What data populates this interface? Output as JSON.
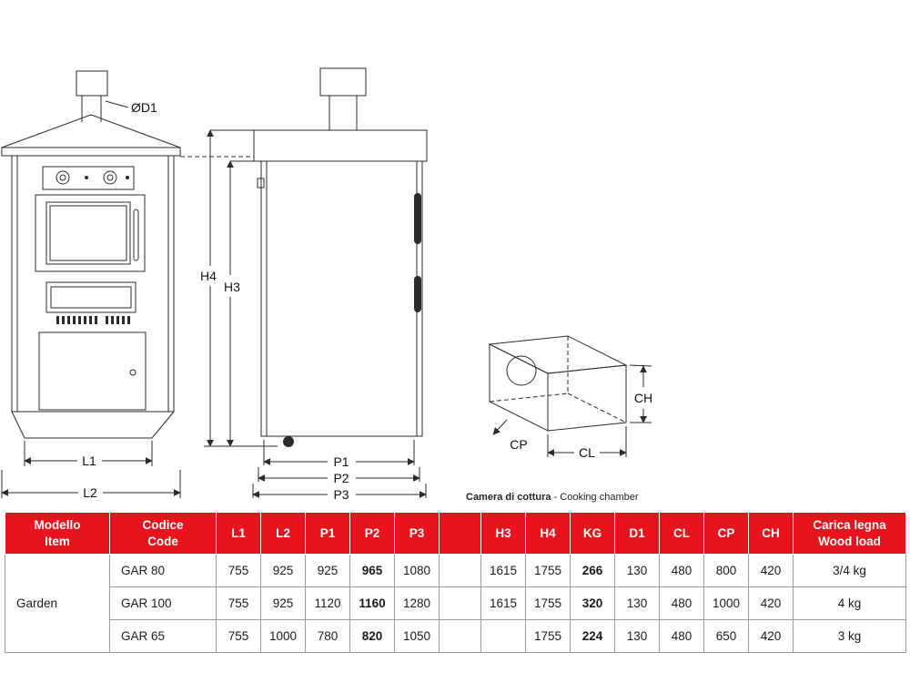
{
  "drawing": {
    "front_view": {
      "d1_label": "ØD1",
      "l1_label": "L1",
      "l2_label": "L2"
    },
    "side_view": {
      "h4_label": "H4",
      "h3_label": "H3",
      "p1_label": "P1",
      "p2_label": "P2",
      "p3_label": "P3"
    },
    "chamber": {
      "ch_label": "CH",
      "cp_label": "CP",
      "cl_label": "CL",
      "caption_it": "Camera di cottura",
      "caption_rest": " - Cooking chamber"
    }
  },
  "colors": {
    "header_red": "#e8131d",
    "line_color": "#2b2b2b"
  },
  "table": {
    "headers": {
      "model": "Modello\nItem",
      "code": "Codice\nCode",
      "cols": [
        "L1",
        "L2",
        "P1",
        "P2",
        "P3",
        "",
        "H3",
        "H4",
        "KG",
        "D1",
        "CL",
        "CP",
        "CH"
      ],
      "load": "Carica legna\nWood load"
    },
    "model_name": "Garden",
    "rows": [
      {
        "code": "GAR 80",
        "values": [
          "755",
          "925",
          "925",
          "965",
          "1080",
          "",
          "1615",
          "1755",
          "266",
          "130",
          "480",
          "800",
          "420",
          "3/4 kg"
        ]
      },
      {
        "code": "GAR 100",
        "values": [
          "755",
          "925",
          "1120",
          "1160",
          "1280",
          "",
          "1615",
          "1755",
          "320",
          "130",
          "480",
          "1000",
          "420",
          "4 kg"
        ]
      },
      {
        "code": "GAR 65",
        "values": [
          "755",
          "1000",
          "780",
          "820",
          "1050",
          "",
          "",
          "1755",
          "224",
          "130",
          "480",
          "650",
          "420",
          "3 kg"
        ]
      }
    ]
  }
}
